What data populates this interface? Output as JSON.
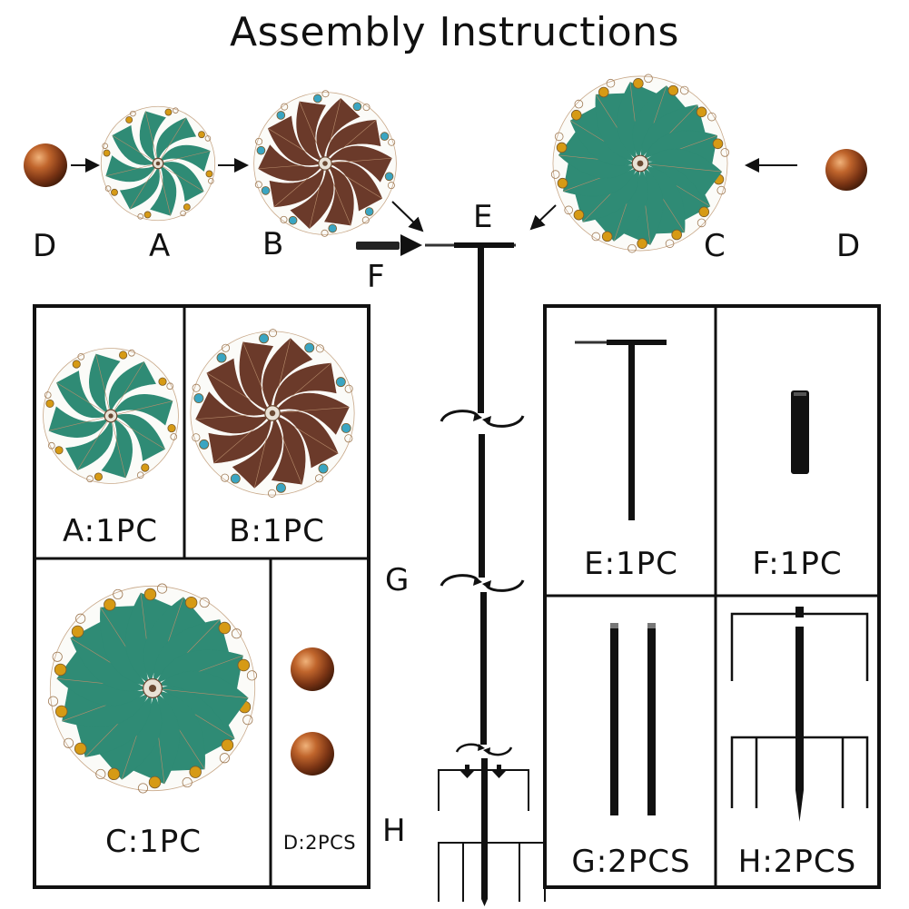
{
  "title": "Assembly Instructions",
  "top_labels": {
    "d_left": "D",
    "a": "A",
    "b": "B",
    "e": "E",
    "f": "F",
    "c": "C",
    "d_right": "D"
  },
  "side_labels": {
    "g": "G",
    "h": "H"
  },
  "parts": {
    "a": "A:1PC",
    "b": "B:1PC",
    "c": "C:1PC",
    "d": "D:2PCS",
    "e": "E:1PC",
    "f": "F:1PC",
    "g": "G:2PCS",
    "h": "H:2PCS"
  },
  "colors": {
    "teal": "#2f8b75",
    "bronze": "#6b3a2a",
    "copper_ball": "#9a4a20",
    "gem_amber": "#d69a15",
    "gem_blue": "#3aa5c2",
    "frame": "#111111"
  }
}
